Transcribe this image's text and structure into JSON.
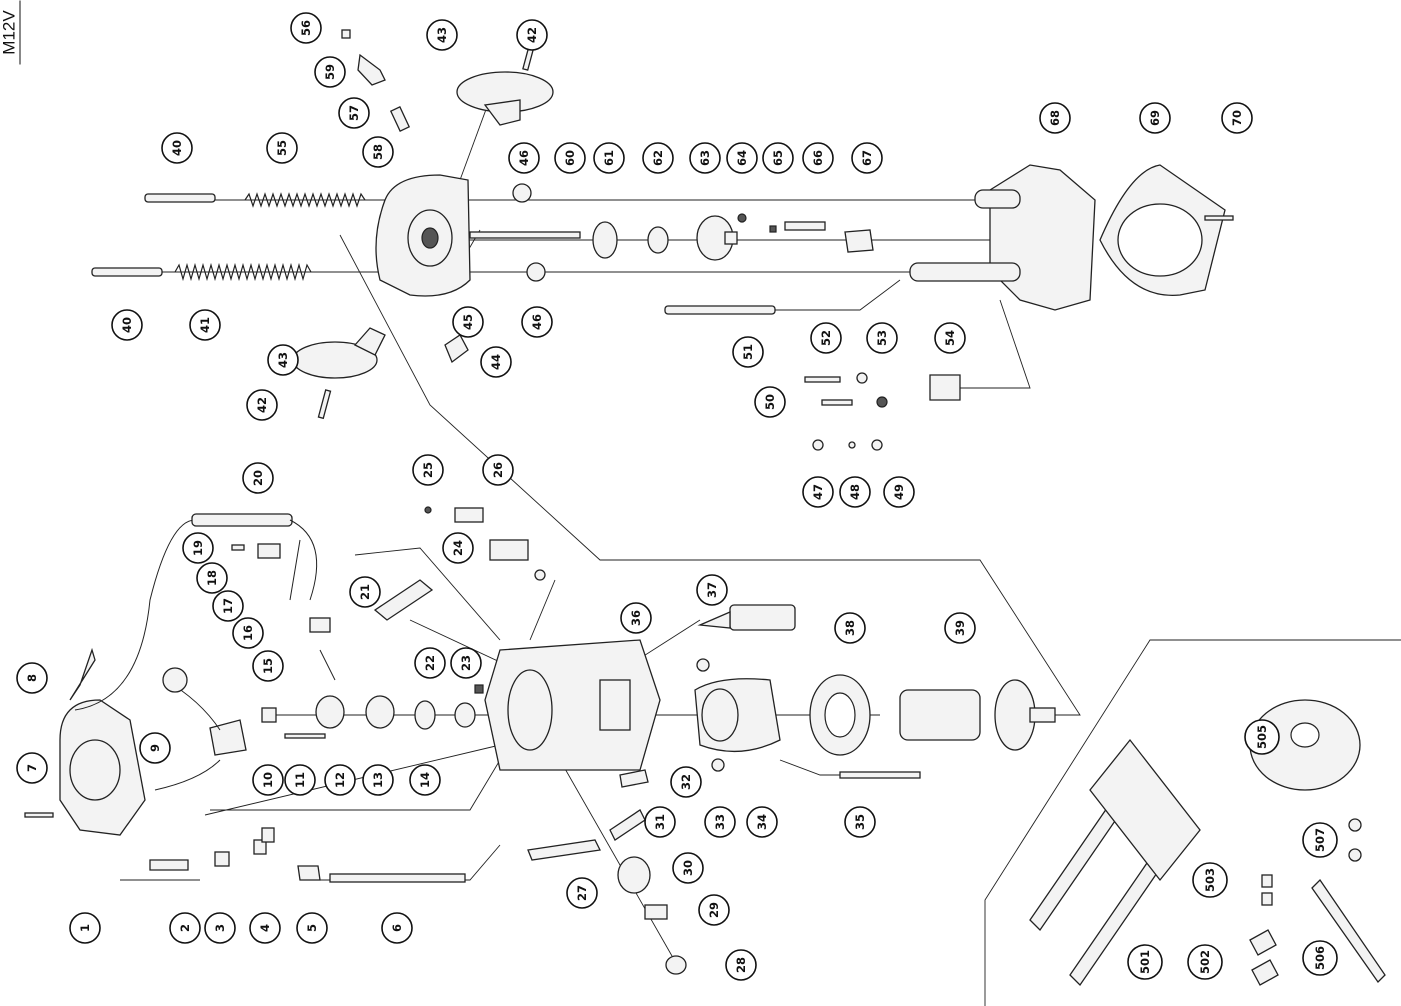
{
  "model_label": "M12V",
  "callouts": [
    "1",
    "2",
    "3",
    "4",
    "5",
    "6",
    "7",
    "8",
    "9",
    "10",
    "11",
    "12",
    "13",
    "14",
    "15",
    "16",
    "17",
    "18",
    "19",
    "20",
    "21",
    "22",
    "23",
    "24",
    "25",
    "26",
    "27",
    "28",
    "29",
    "30",
    "31",
    "32",
    "33",
    "34",
    "35",
    "36",
    "37",
    "38",
    "39",
    "40",
    "40",
    "41",
    "42",
    "42",
    "43",
    "43",
    "44",
    "45",
    "46",
    "46",
    "47",
    "48",
    "49",
    "50",
    "51",
    "52",
    "53",
    "54",
    "55",
    "56",
    "57",
    "58",
    "59",
    "60",
    "61",
    "62",
    "63",
    "64",
    "65",
    "66",
    "67",
    "68",
    "69",
    "70",
    "501",
    "502",
    "503",
    "505",
    "506",
    "507"
  ]
}
